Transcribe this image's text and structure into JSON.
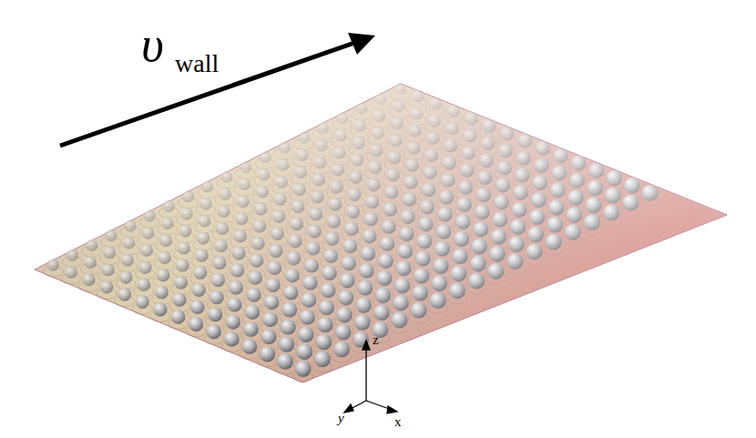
{
  "diagram": {
    "labels": [
      "υ",
      "wall",
      "z",
      "y",
      "x"
    ]
  }
}
